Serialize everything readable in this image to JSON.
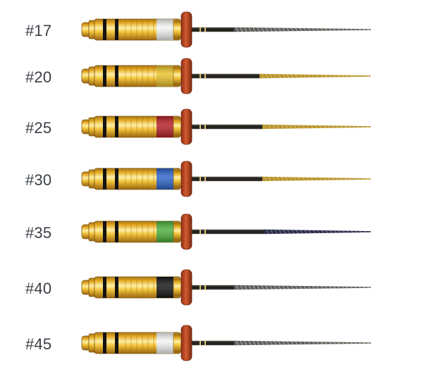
{
  "files": [
    {
      "label": "#17",
      "color": "#f4f4f2"
    },
    {
      "label": "#20",
      "color": "#e9c12a"
    },
    {
      "label": "#25",
      "color": "#b51f25"
    },
    {
      "label": "#30",
      "color": "#2c63c9"
    },
    {
      "label": "#35",
      "color": "#4caf3b"
    },
    {
      "label": "#40",
      "color": "#141414"
    },
    {
      "label": "#45",
      "color": "#f4f4f2"
    }
  ],
  "colors": {
    "gold": "#e8b22c",
    "gold_shadow": "#a87518",
    "stopper": "#c4512a",
    "shaft": "#2a2620"
  }
}
